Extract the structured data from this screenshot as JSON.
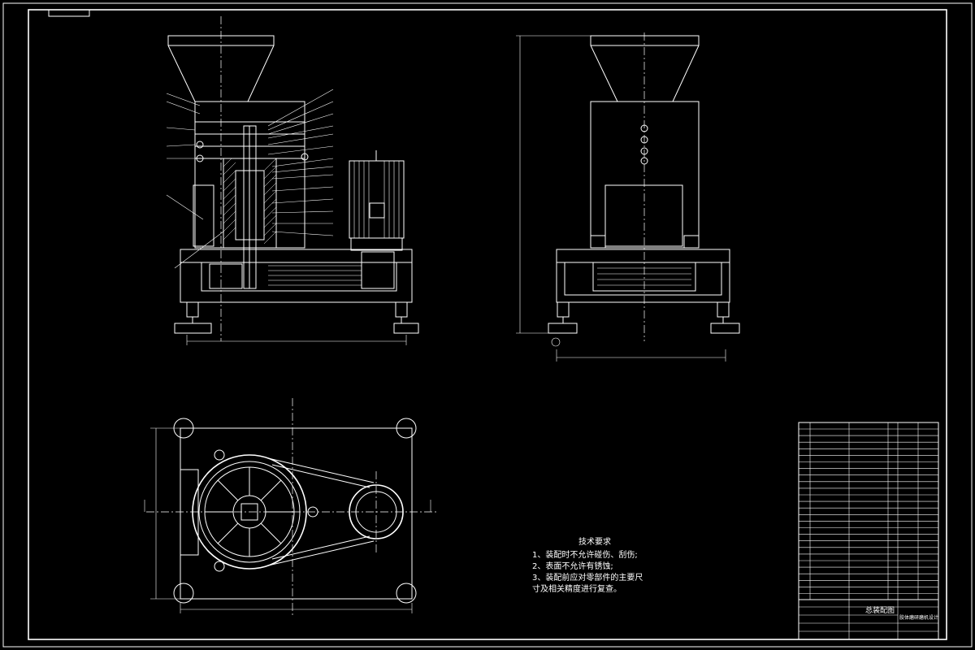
{
  "drawing": {
    "tech_requirements": {
      "heading": "技术要求",
      "items": [
        "1、装配时不允许碰伤、刮伤;",
        "2、表面不允许有锈蚀;",
        "3、装配前应对零部件的主要尺",
        "寸及相关精度进行复查。"
      ]
    },
    "title_block": {
      "title": "总装配图",
      "name": "胶体磨研磨机设计"
    }
  }
}
